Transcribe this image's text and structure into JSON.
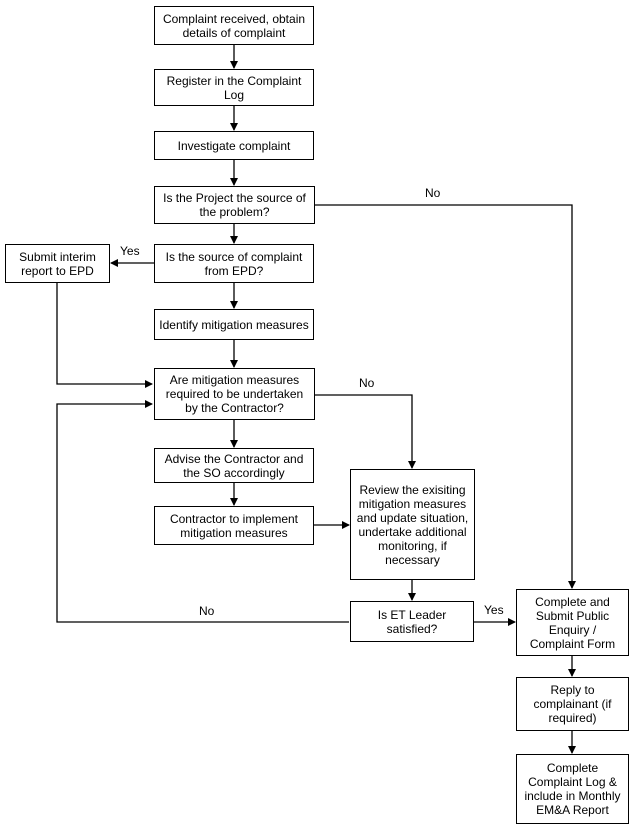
{
  "nodes": {
    "received": "Complaint received, obtain details of complaint",
    "register": "Register in the Complaint Log",
    "investigate": "Investigate complaint",
    "source_project": "Is the Project the source of the problem?",
    "source_epd": "Is the source of complaint from EPD?",
    "interim": "Submit interim report to EPD",
    "identify": "Identify mitigation measures",
    "mitigation_required": "Are mitigation measures required to be undertaken by the Contractor?",
    "advise": "Advise the Contractor and the SO accordingly",
    "implement": "Contractor to implement mitigation measures",
    "review": "Review the exisiting mitigation measures and update situation, undertake additional monitoring, if necessary",
    "et_leader": "Is ET Leader satisfied?",
    "complete_form": "Complete and Submit Public Enquiry / Complaint Form",
    "reply": "Reply to complainant (if required)",
    "complete_log": "Complete Complaint Log & include in Monthly EM&A Report"
  },
  "edge_labels": {
    "project_no": "No",
    "epd_yes": "Yes",
    "mitigation_no": "No",
    "et_no": "No",
    "et_yes": "Yes"
  }
}
